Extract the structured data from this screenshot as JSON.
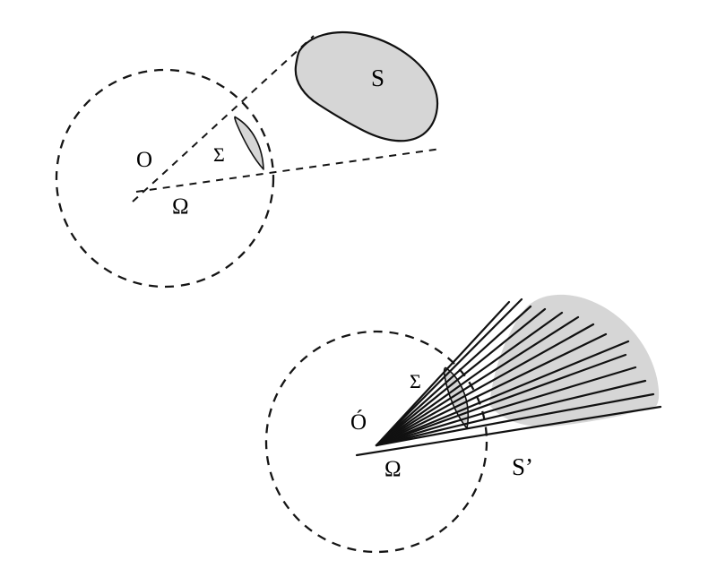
{
  "diagram": {
    "title": "solid-angle-projection-figure",
    "colors": {
      "background": "#ffffff",
      "line": "#111111",
      "shape_fill": "#d6d6d6"
    },
    "upper": {
      "labels": {
        "center": "O",
        "solid_angle": "Ω",
        "patch": "Σ",
        "surface": "S"
      }
    },
    "lower": {
      "labels": {
        "center": "Ó",
        "solid_angle": "Ω",
        "patch": "Σ",
        "surface": "S’"
      }
    }
  }
}
